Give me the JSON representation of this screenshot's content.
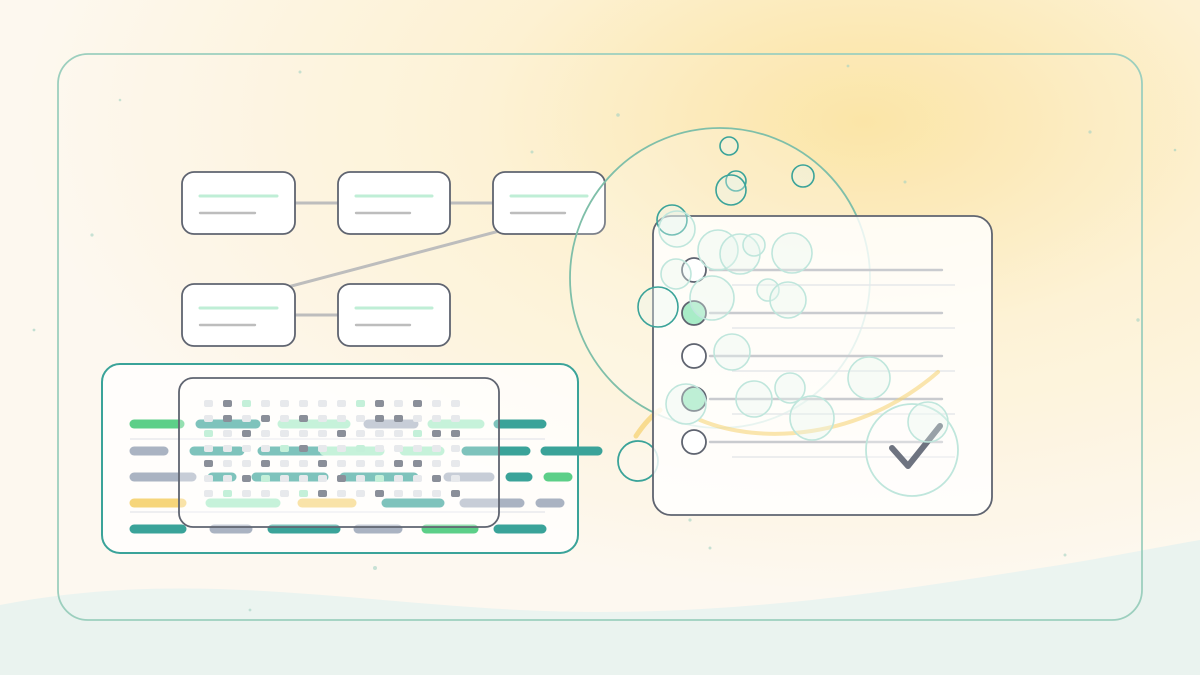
{
  "palette": {
    "background_warm": "#fdf3dc",
    "background_glow": "#fbe3a0",
    "frame_stroke": "#9ccfbe",
    "node_stroke": "#5f6470",
    "teal": "#3aa399",
    "green": "#5ccf88",
    "mint": "#a8ecc7",
    "slate": "#aab3c2",
    "yellow": "#f6d57a",
    "connector": "#bdbdbd",
    "bubble": "#bfe6dc"
  },
  "icons": {
    "frame": "rounded-frame",
    "flow": "workflow-graph",
    "table": "data-table",
    "magnifier": "magnifier-lens",
    "checklist": "checklist-card",
    "check": "check-mark-icon"
  },
  "checklist": {
    "item_count": 5,
    "checked_items": [
      2,
      4
    ]
  }
}
